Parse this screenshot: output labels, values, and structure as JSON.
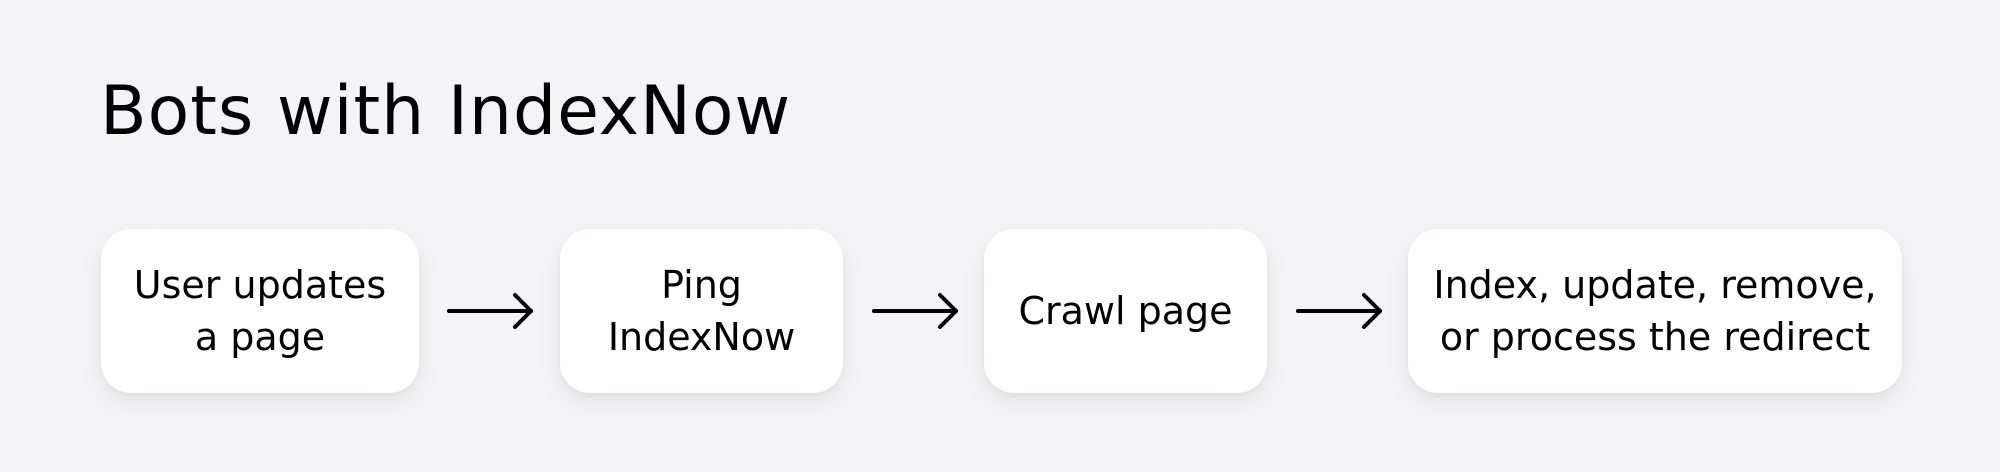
{
  "title": "Bots with IndexNow",
  "steps": [
    {
      "label": "User updates\na page"
    },
    {
      "label": "Ping\nIndexNow"
    },
    {
      "label": "Crawl page"
    },
    {
      "label": "Index, update, remove,\nor process the redirect"
    }
  ],
  "arrows": [
    {
      "icon": "right-arrow-icon"
    },
    {
      "icon": "right-arrow-icon"
    },
    {
      "icon": "right-arrow-icon"
    }
  ],
  "colors": {
    "background": "#f3f4f6",
    "box": "#ffffff",
    "text": "#000000"
  }
}
